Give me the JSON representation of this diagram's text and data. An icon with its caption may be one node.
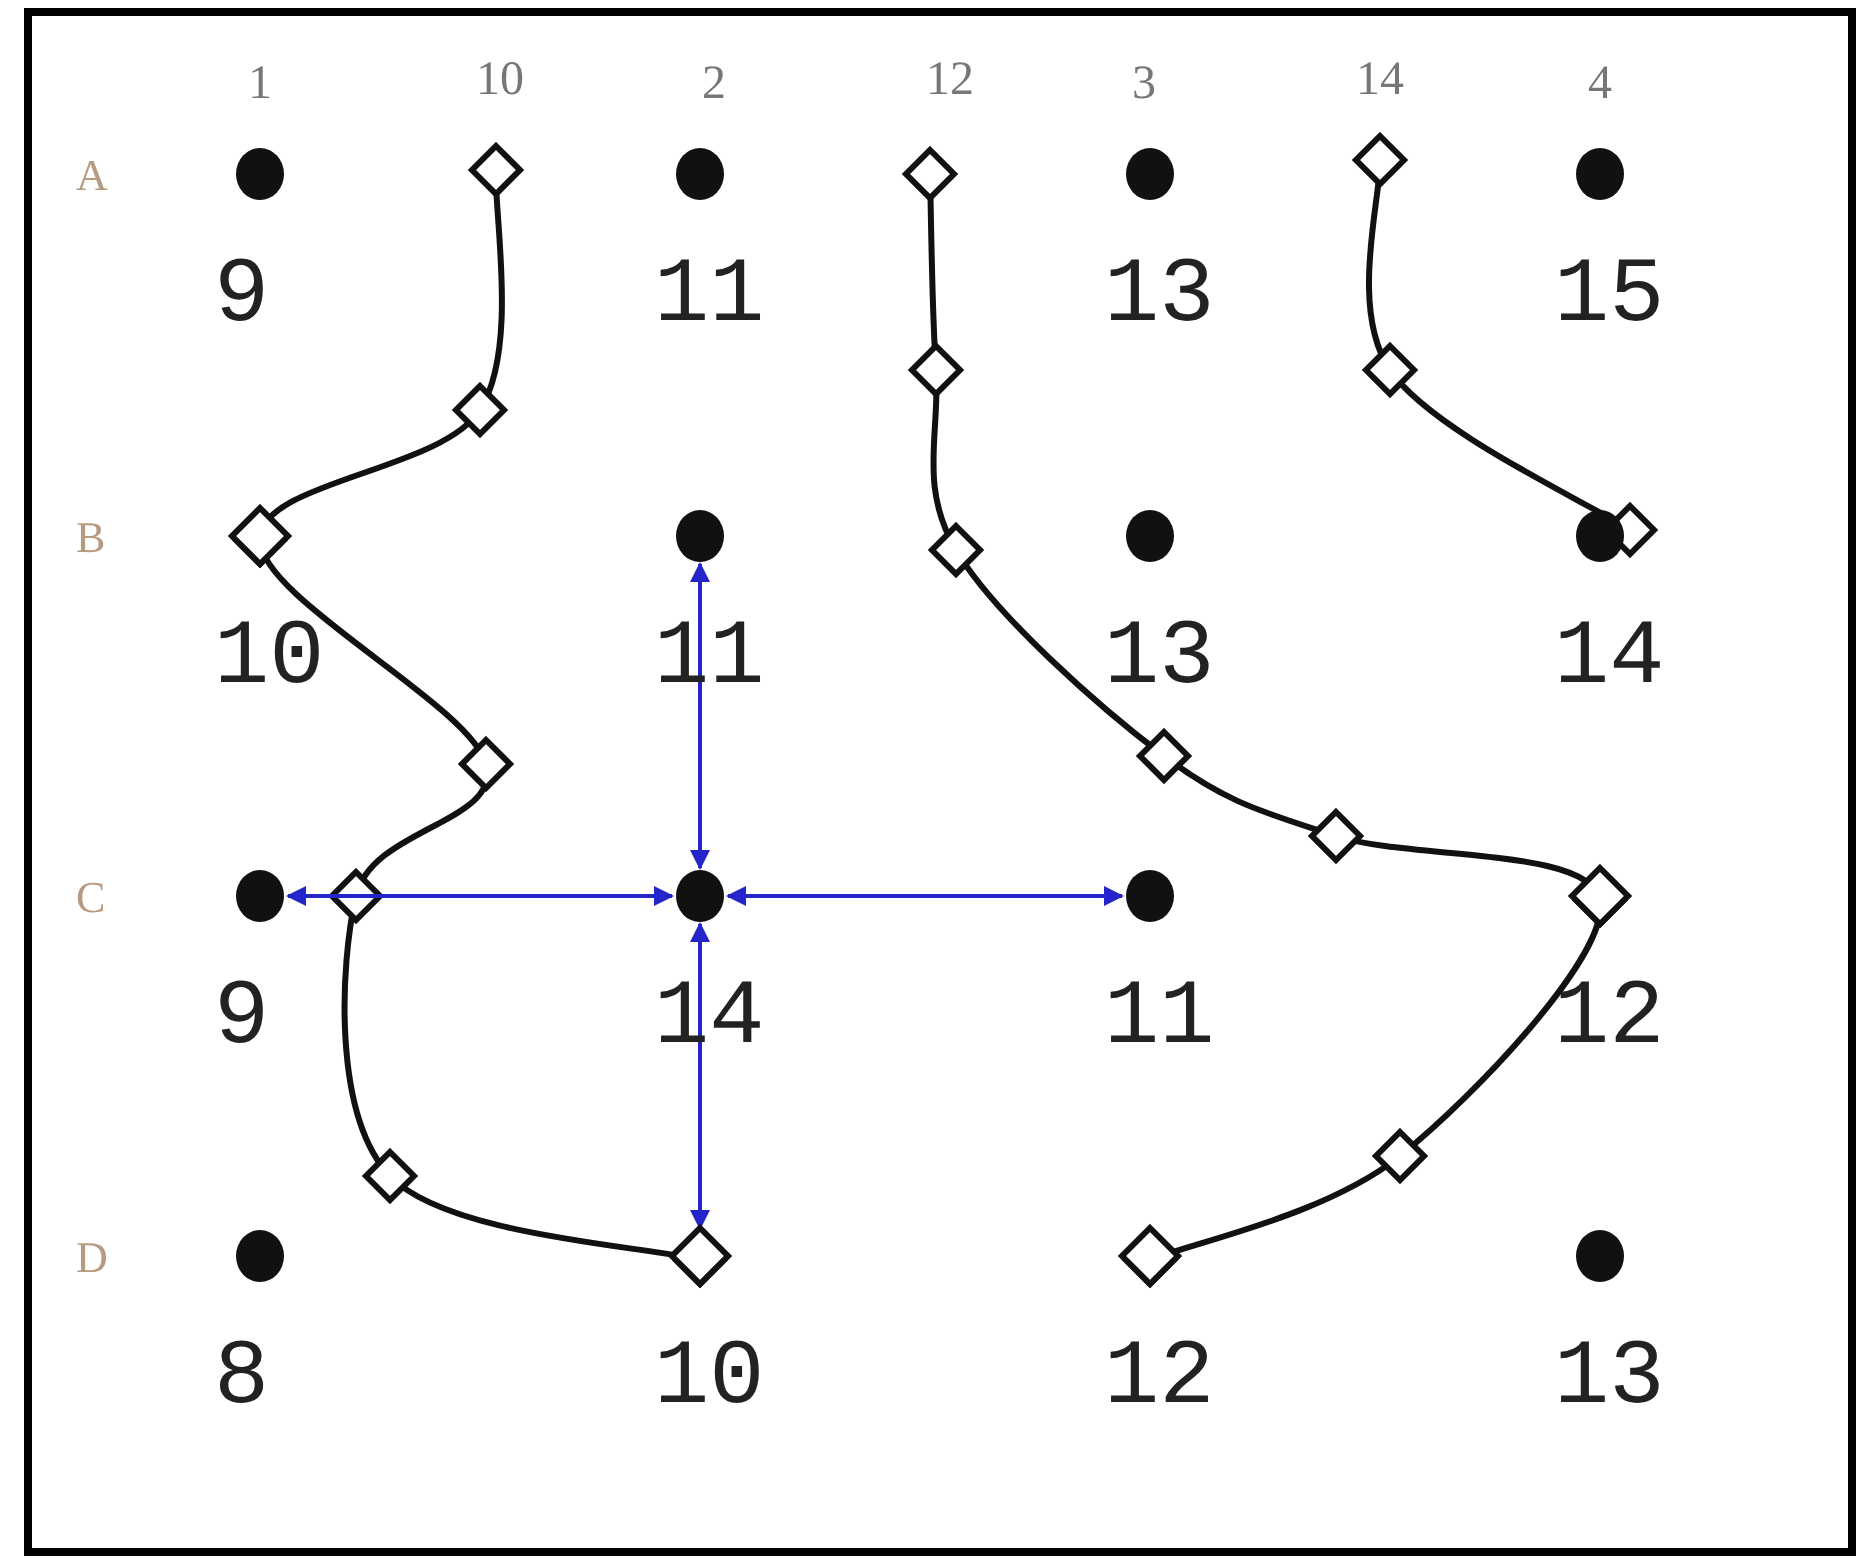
{
  "diagram": {
    "nodes": [
      {
        "text": [],
        "shape": "circle",
        "beside": [
          "9"
        ]
      },
      {
        "text": [],
        "shape": "circle",
        "beside": [
          "11"
        ]
      },
      {
        "text": [],
        "shape": "circle",
        "beside": [
          "13"
        ]
      },
      {
        "text": [],
        "shape": "circle",
        "beside": [
          "15"
        ]
      },
      {
        "text": [],
        "shape": "diamond",
        "beside": [
          "10"
        ]
      },
      {
        "text": [],
        "shape": "circle",
        "beside": [
          "11"
        ]
      },
      {
        "text": [],
        "shape": "circle",
        "beside": [
          "13"
        ]
      },
      {
        "text": [],
        "shape": "circle",
        "beside": [
          "14"
        ]
      },
      {
        "text": [],
        "shape": "circle",
        "beside": [
          "9"
        ]
      },
      {
        "text": [],
        "shape": "circle",
        "beside": [
          "14"
        ]
      },
      {
        "text": [],
        "shape": "circle",
        "beside": [
          "11"
        ]
      },
      {
        "text": [],
        "shape": "diamond",
        "beside": [
          "12"
        ]
      },
      {
        "text": [],
        "shape": "circle",
        "beside": [
          "8"
        ]
      },
      {
        "text": [],
        "shape": "diamond",
        "beside": [
          "10"
        ]
      },
      {
        "text": [],
        "shape": "diamond",
        "beside": [
          "12"
        ]
      },
      {
        "text": [],
        "shape": "circle",
        "beside": [
          "13"
        ]
      }
    ],
    "edges": [
      {
        "from": 9,
        "to": 5,
        "arrow": "both",
        "color": "#2424c8"
      },
      {
        "from": 9,
        "to": 8,
        "arrow": "both",
        "color": "#2424c8"
      },
      {
        "from": 9,
        "to": 10,
        "arrow": "both",
        "color": "#2424c8"
      },
      {
        "from": 9,
        "to": 13,
        "arrow": "both",
        "color": "#2424c8"
      }
    ],
    "labels": [
      "1",
      "10",
      "2",
      "12",
      "3",
      "14",
      "4",
      "A",
      "B",
      "C",
      "D"
    ]
  }
}
